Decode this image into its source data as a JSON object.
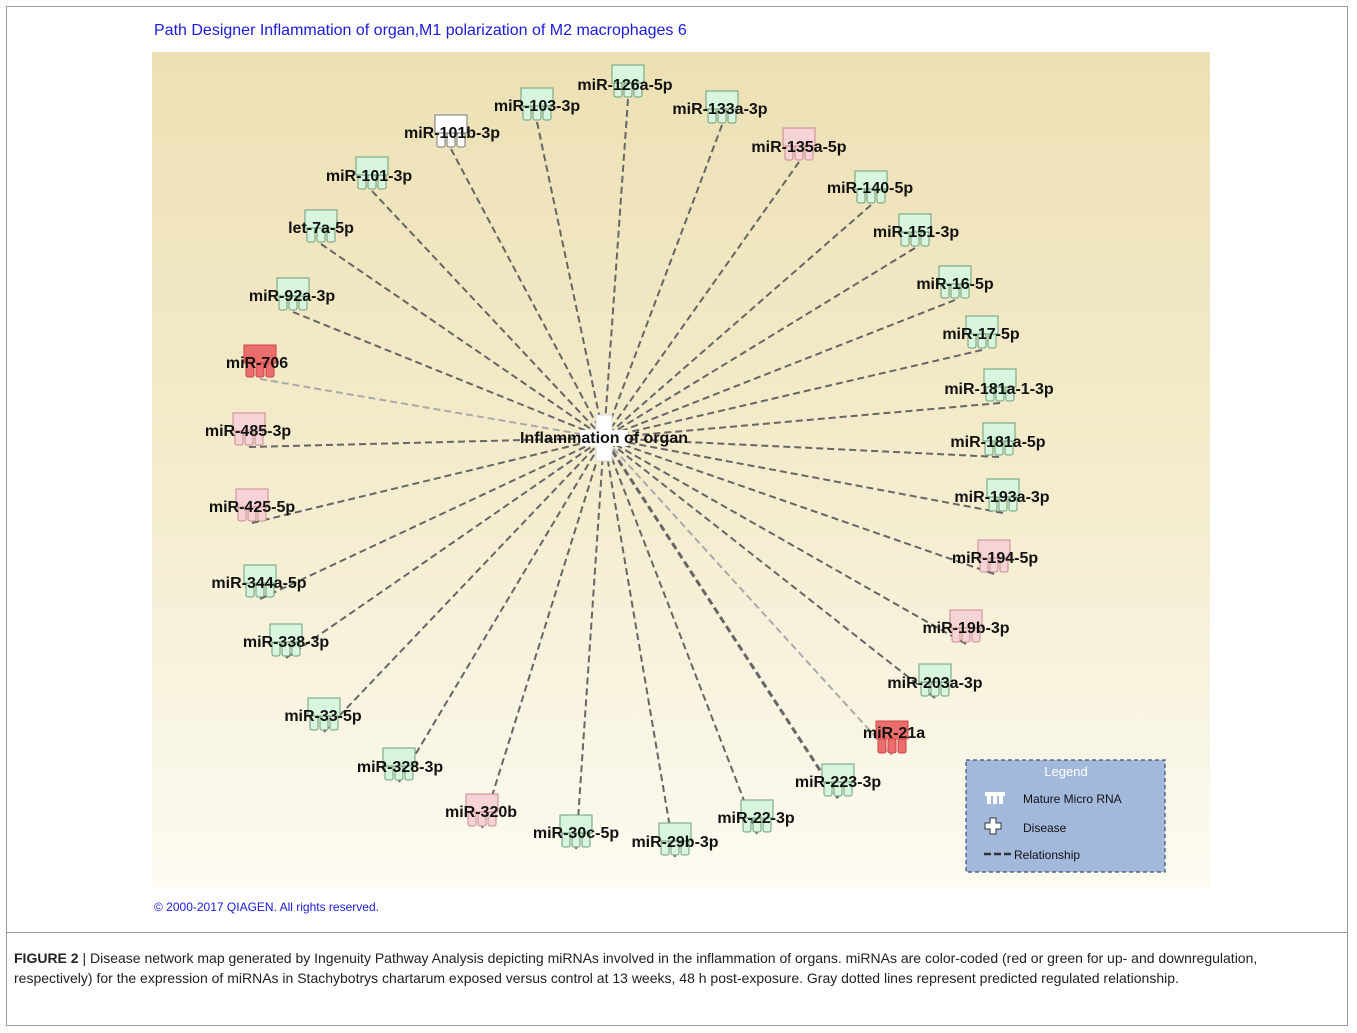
{
  "title": "Path Designer Inflammation of organ,M1 polarization of M2 macrophages 6",
  "center": {
    "label": "Inflammation of organ"
  },
  "colors": {
    "green": "#d8f5dd",
    "pink": "#f6d3d6",
    "red": "#ec6e6c",
    "white": "#ffffff",
    "edge": "#666666",
    "edge_light": "#aaaaaa"
  },
  "nodes": [
    {
      "label": "miR-126a-5p",
      "color": "green"
    },
    {
      "label": "miR-133a-3p",
      "color": "green"
    },
    {
      "label": "miR-135a-5p",
      "color": "pink"
    },
    {
      "label": "miR-140-5p",
      "color": "green"
    },
    {
      "label": "miR-151-3p",
      "color": "green"
    },
    {
      "label": "miR-16-5p",
      "color": "green"
    },
    {
      "label": "miR-17-5p",
      "color": "green"
    },
    {
      "label": "miR-181a-1-3p",
      "color": "green"
    },
    {
      "label": "miR-181a-5p",
      "color": "green"
    },
    {
      "label": "miR-193a-3p",
      "color": "green"
    },
    {
      "label": "miR-194-5p",
      "color": "pink"
    },
    {
      "label": "miR-19b-3p",
      "color": "pink"
    },
    {
      "label": "miR-203a-3p",
      "color": "green"
    },
    {
      "label": "miR-21a",
      "color": "red"
    },
    {
      "label": "miR-223-3p",
      "color": "green"
    },
    {
      "label": "miR-22-3p",
      "color": "green"
    },
    {
      "label": "miR-29b-3p",
      "color": "green"
    },
    {
      "label": "miR-30c-5p",
      "color": "green"
    },
    {
      "label": "miR-320b",
      "color": "pink"
    },
    {
      "label": "miR-328-3p",
      "color": "green"
    },
    {
      "label": "miR-33-5p",
      "color": "green"
    },
    {
      "label": "miR-338-3p",
      "color": "green"
    },
    {
      "label": "miR-344a-5p",
      "color": "green"
    },
    {
      "label": "miR-425-5p",
      "color": "pink"
    },
    {
      "label": "miR-485-3p",
      "color": "pink"
    },
    {
      "label": "miR-706",
      "color": "red"
    },
    {
      "label": "miR-92a-3p",
      "color": "green"
    },
    {
      "label": "let-7a-5p",
      "color": "green"
    },
    {
      "label": "miR-101-3p",
      "color": "green"
    },
    {
      "label": "miR-101b-3p",
      "color": "white"
    },
    {
      "label": "miR-103-3p",
      "color": "green"
    }
  ],
  "legend": {
    "title": "Legend",
    "items": [
      {
        "icon": "mature-micro-rna",
        "label": "Mature Micro RNA"
      },
      {
        "icon": "disease",
        "label": "Disease"
      },
      {
        "icon": "relationship",
        "label": "Relationship"
      }
    ]
  },
  "copyright": "© 2000-2017 QIAGEN. All rights reserved.",
  "caption": {
    "label": "FIGURE 2",
    "text": " | Disease network map generated by Ingenuity Pathway Analysis depicting miRNAs involved in the inflammation of organs. miRNAs are color-coded (red or green for up- and downregulation, respectively) for the expression of miRNAs in Stachybotrys chartarum exposed versus control at 13 weeks, 48 h post-exposure. Gray dotted lines represent predicted regulated relationship."
  }
}
